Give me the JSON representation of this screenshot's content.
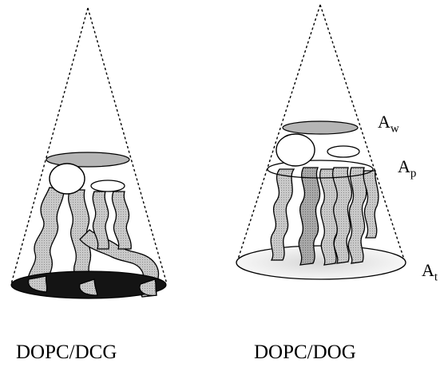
{
  "labels": {
    "left_system": "DOPC/DCG",
    "right_system": "DOPC/DOG",
    "area_water": {
      "main": "A",
      "sub": "w"
    },
    "area_polar": {
      "main": "A",
      "sub": "p"
    },
    "area_tail": {
      "main": "A",
      "sub": "t"
    }
  },
  "colors": {
    "stroke": "#000000",
    "chain_fill": "#c8c8c8",
    "chain_fill_dark": "#9a9a9a",
    "disc_grey": "#b5b5b5",
    "base_dark": "#141414",
    "base_light": "#ececec",
    "head_fill": "#ffffff"
  }
}
